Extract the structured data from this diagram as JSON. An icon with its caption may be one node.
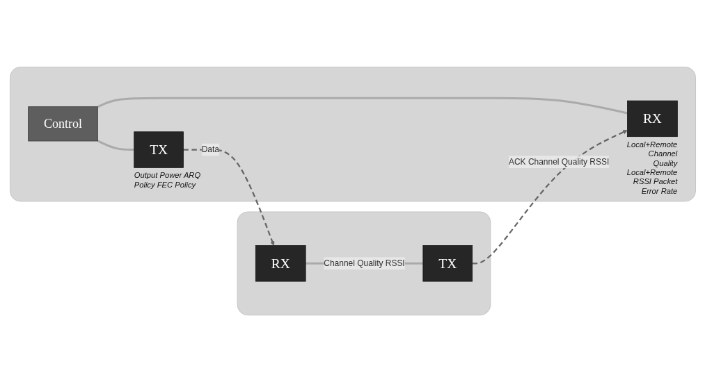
{
  "diagram": {
    "nodes": [
      {
        "text": [],
        "shape": "box"
      },
      {
        "text": [
          "TX"
        ],
        "in": 0,
        "beside": [
          "Output Power ARQ Policy FEC Policy"
        ]
      },
      {
        "text": [
          "Control"
        ],
        "in": 0
      },
      {
        "text": [
          "RX"
        ],
        "in": 0,
        "beside": [
          "Local+Remote Channel Quality Local+Remote RSSI Packet Error Rate"
        ]
      },
      {
        "text": [],
        "shape": "box"
      },
      {
        "text": [
          "RX"
        ],
        "in": 4
      },
      {
        "text": [
          "TX"
        ],
        "in": 4
      }
    ],
    "edges": [
      {
        "from": 2,
        "to": 1,
        "arrow": "none"
      },
      {
        "from": 2,
        "to": 3,
        "arrow": "none"
      },
      {
        "from": 1,
        "to": 5,
        "arrow": "to",
        "label": "Data",
        "style": "dashed"
      },
      {
        "from": 5,
        "to": 6,
        "arrow": "none",
        "label": "Channel Quality RSSI"
      },
      {
        "from": 6,
        "to": 3,
        "arrow": "to",
        "label": "ACK Channel Quality RSSI",
        "style": "dashed"
      }
    ]
  }
}
